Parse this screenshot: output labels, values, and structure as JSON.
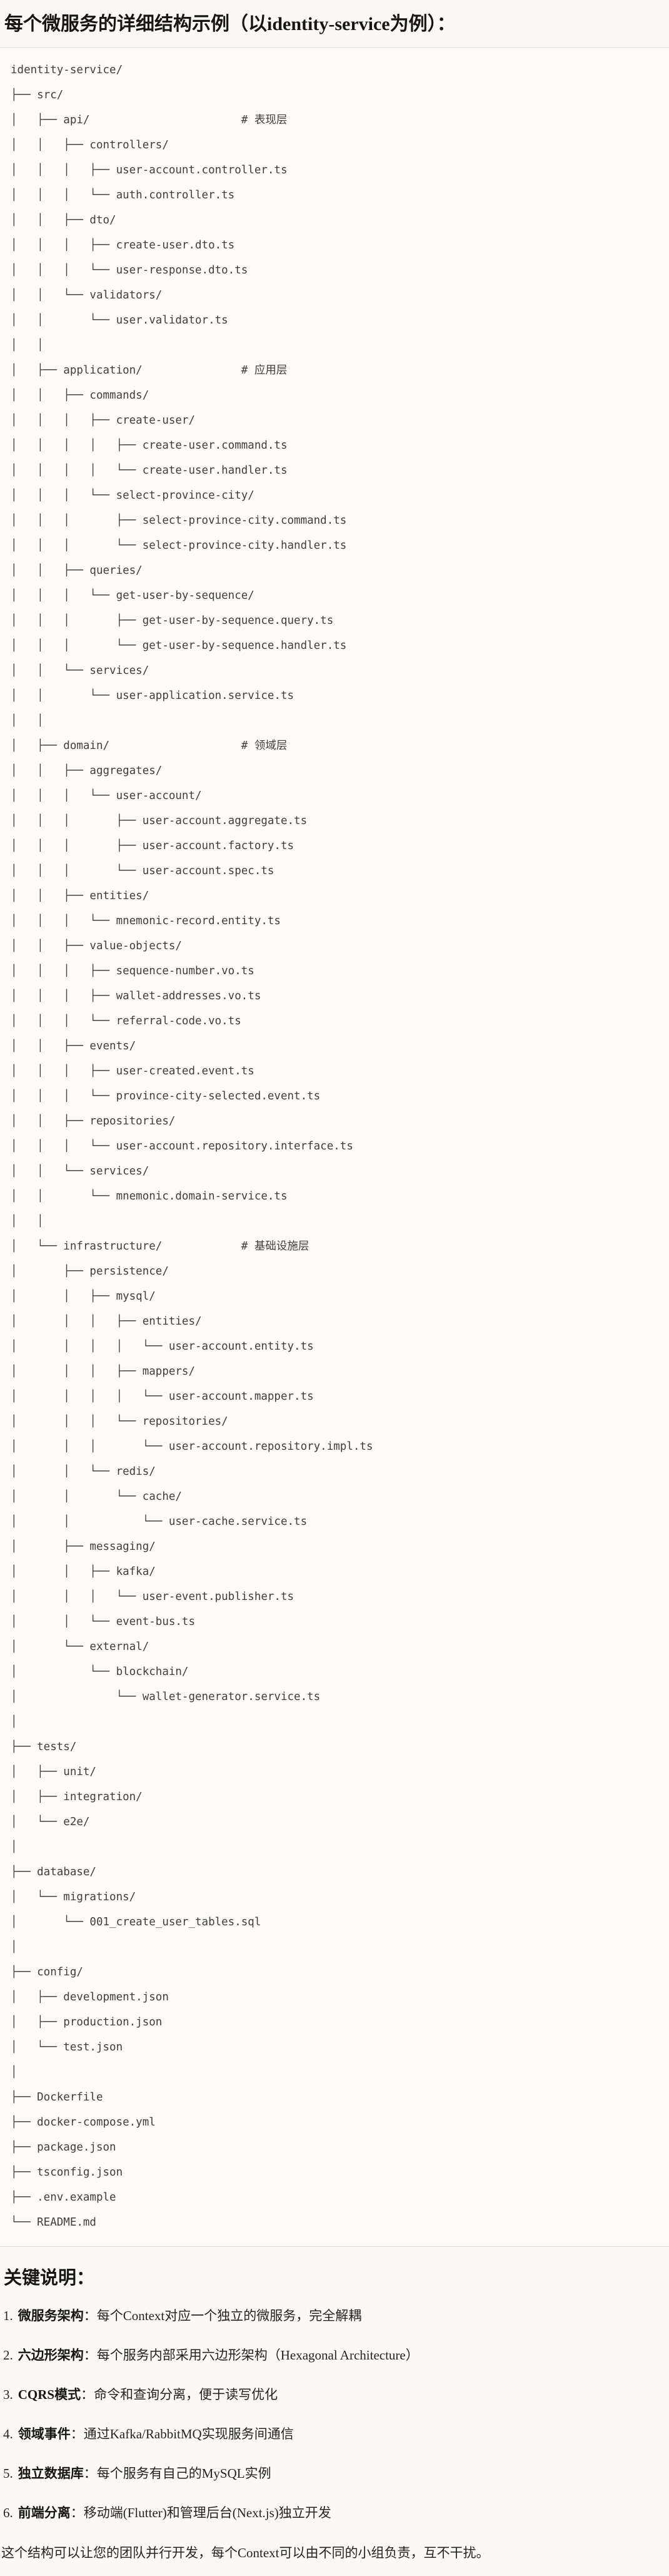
{
  "title": "每个微服务的详细结构示例（以identity-service为例）：",
  "code_block": {
    "tree": "identity-service/\n├── src/\n│   ├── api/                       # 表现层\n│   │   ├── controllers/\n│   │   │   ├── user-account.controller.ts\n│   │   │   └── auth.controller.ts\n│   │   ├── dto/\n│   │   │   ├── create-user.dto.ts\n│   │   │   └── user-response.dto.ts\n│   │   └── validators/\n│   │       └── user.validator.ts\n│   │\n│   ├── application/               # 应用层\n│   │   ├── commands/\n│   │   │   ├── create-user/\n│   │   │   │   ├── create-user.command.ts\n│   │   │   │   └── create-user.handler.ts\n│   │   │   └── select-province-city/\n│   │   │       ├── select-province-city.command.ts\n│   │   │       └── select-province-city.handler.ts\n│   │   ├── queries/\n│   │   │   └── get-user-by-sequence/\n│   │   │       ├── get-user-by-sequence.query.ts\n│   │   │       └── get-user-by-sequence.handler.ts\n│   │   └── services/\n│   │       └── user-application.service.ts\n│   │\n│   ├── domain/                    # 领域层\n│   │   ├── aggregates/\n│   │   │   └── user-account/\n│   │   │       ├── user-account.aggregate.ts\n│   │   │       ├── user-account.factory.ts\n│   │   │       └── user-account.spec.ts\n│   │   ├── entities/\n│   │   │   └── mnemonic-record.entity.ts\n│   │   ├── value-objects/\n│   │   │   ├── sequence-number.vo.ts\n│   │   │   ├── wallet-addresses.vo.ts\n│   │   │   └── referral-code.vo.ts\n│   │   ├── events/\n│   │   │   ├── user-created.event.ts\n│   │   │   └── province-city-selected.event.ts\n│   │   ├── repositories/\n│   │   │   └── user-account.repository.interface.ts\n│   │   └── services/\n│   │       └── mnemonic.domain-service.ts\n│   │\n│   └── infrastructure/            # 基础设施层\n│       ├── persistence/\n│       │   ├── mysql/\n│       │   │   ├── entities/\n│       │   │   │   └── user-account.entity.ts\n│       │   │   ├── mappers/\n│       │   │   │   └── user-account.mapper.ts\n│       │   │   └── repositories/\n│       │   │       └── user-account.repository.impl.ts\n│       │   └── redis/\n│       │       └── cache/\n│       │           └── user-cache.service.ts\n│       ├── messaging/\n│       │   ├── kafka/\n│       │   │   └── user-event.publisher.ts\n│       │   └── event-bus.ts\n│       └── external/\n│           └── blockchain/\n│               └── wallet-generator.service.ts\n│\n├── tests/\n│   ├── unit/\n│   ├── integration/\n│   └── e2e/\n│\n├── database/\n│   └── migrations/\n│       └── 001_create_user_tables.sql\n│\n├── config/\n│   ├── development.json\n│   ├── production.json\n│   └── test.json\n│\n├── Dockerfile\n├── docker-compose.yml\n├── package.json\n├── tsconfig.json\n├── .env.example\n└── README.md"
  },
  "notes": {
    "heading": "关键说明：",
    "items": [
      {
        "num": "1.",
        "term": "微服务架构",
        "colon": "：",
        "desc": "每个Context对应一个独立的微服务，完全解耦"
      },
      {
        "num": "2.",
        "term": "六边形架构",
        "colon": "：",
        "desc": "每个服务内部采用六边形架构（Hexagonal Architecture）"
      },
      {
        "num": "3.",
        "term": "CQRS模式",
        "colon": "：",
        "desc": "命令和查询分离，便于读写优化"
      },
      {
        "num": "4.",
        "term": "领域事件",
        "colon": "：",
        "desc": "通过Kafka/RabbitMQ实现服务间通信"
      },
      {
        "num": "5.",
        "term": "独立数据库",
        "colon": "：",
        "desc": "每个服务有自己的MySQL实例"
      },
      {
        "num": "6.",
        "term": "前端分离",
        "colon": "：",
        "desc": "移动端(Flutter)和管理后台(Next.js)独立开发"
      }
    ],
    "footer": "这个结构可以让您的团队并行开发，每个Context可以由不同的小组负责，互不干扰。"
  }
}
